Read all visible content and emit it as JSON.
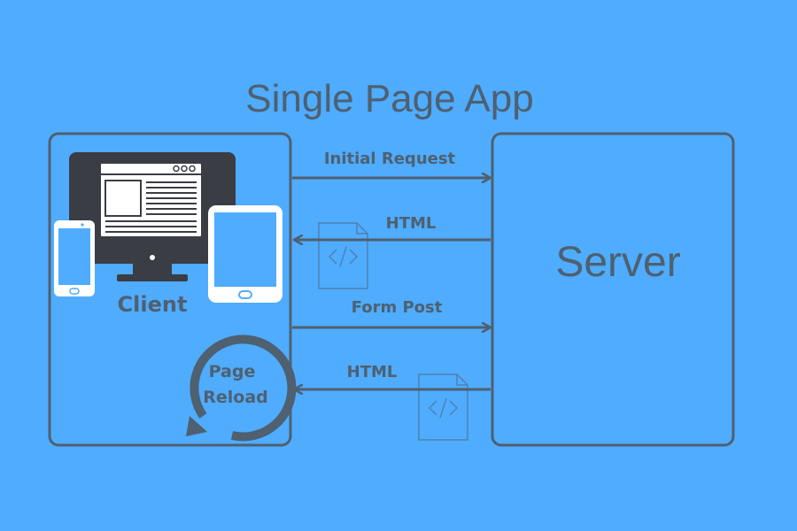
{
  "title": "Single Page App",
  "client": {
    "label": "Client"
  },
  "server": {
    "label": "Server"
  },
  "reload": {
    "line1": "Page",
    "line2": "Reload"
  },
  "arrows": [
    {
      "label": "Initial Request",
      "direction": "to-server"
    },
    {
      "label": "HTML",
      "direction": "to-client"
    },
    {
      "label": "Form Post",
      "direction": "to-server"
    },
    {
      "label": "HTML",
      "direction": "to-client"
    }
  ],
  "colors": {
    "background": "#4FACFE",
    "stroke": "#4F6070",
    "device_dark": "#3A3D44",
    "device_light": "#FFFFFF"
  },
  "icons": [
    "desktop-monitor-icon",
    "phone-icon",
    "tablet-icon",
    "reload-icon",
    "code-file-icon"
  ]
}
